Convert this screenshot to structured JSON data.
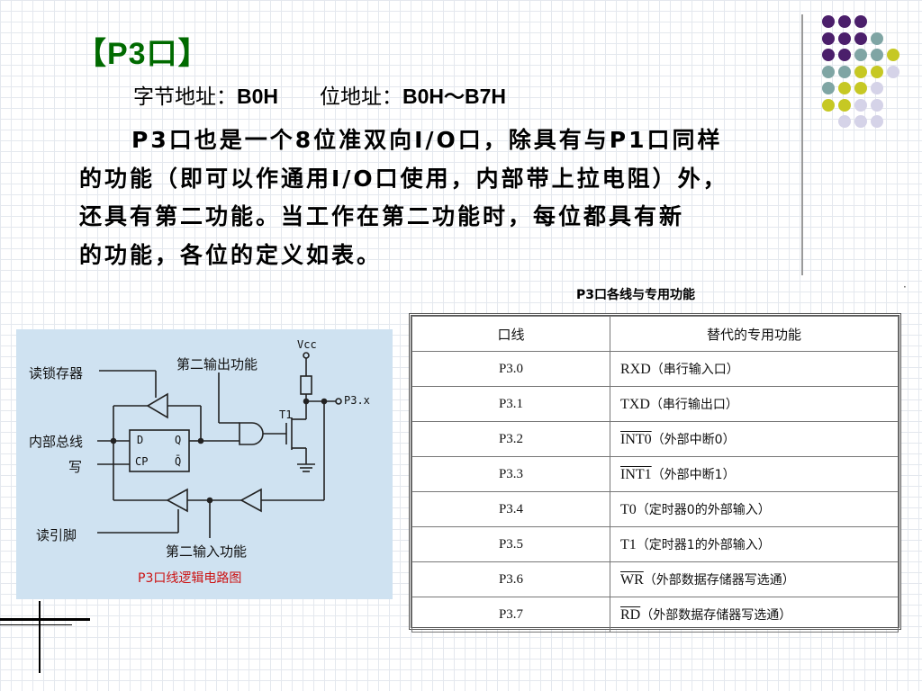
{
  "title": "【P3口】",
  "address": {
    "byte_label": "字节地址：",
    "byte_value": "B0H",
    "bit_label": "位地址：",
    "bit_value": "B0H～B7H"
  },
  "paragraph": {
    "lines": [
      "P3口也是一个8位准双向I/O口，除具有与P1口同样",
      "的功能（即可以作通用I/O口使用，内部带上拉电阻）外，",
      "还具有第二功能。当工作在第二功能时，每位都具有新",
      "的功能，各位的定义如表。"
    ]
  },
  "circuit": {
    "labels": {
      "latch_read": "读锁存器",
      "second_output": "第二输出功能",
      "vcc": "Vcc",
      "t1": "T1",
      "pin": "P3.x",
      "internal_bus": "内部总线",
      "write": "写",
      "read_pin": "读引脚",
      "second_input": "第二输入功能",
      "d": "D",
      "q": "Q",
      "cp": "CP",
      "q_bar": "Q̄"
    },
    "caption": "P3口线逻辑电路图"
  },
  "table": {
    "title": "P3口各线与专用功能",
    "headers": [
      "口线",
      "替代的专用功能"
    ],
    "rows": [
      {
        "port": "P3.0",
        "signal": "RXD",
        "overline": false,
        "desc": "（串行输入口）"
      },
      {
        "port": "P3.1",
        "signal": "TXD",
        "overline": false,
        "desc": "（串行输出口）"
      },
      {
        "port": "P3.2",
        "signal": "INT0",
        "overline": true,
        "desc": "（外部中断0）"
      },
      {
        "port": "P3.3",
        "signal": "INT1",
        "overline": true,
        "desc": "（外部中断1）"
      },
      {
        "port": "P3.4",
        "signal": "T0",
        "overline": false,
        "desc": "（定时器0的外部输入）"
      },
      {
        "port": "P3.5",
        "signal": "T1",
        "overline": false,
        "desc": "（定时器1的外部输入）"
      },
      {
        "port": "P3.6",
        "signal": "WR",
        "overline": true,
        "desc": "（外部数据存储器写选通）"
      },
      {
        "port": "P3.7",
        "signal": "RD",
        "overline": true,
        "desc": "（外部数据存储器写选通）"
      }
    ]
  },
  "colors": {
    "title": "#006a00",
    "caption": "#cc1111",
    "circuit_bg": "#cfe2f1",
    "dot_purple": "#4b1f6b",
    "dot_teal": "#7fa5a4",
    "dot_olive": "#c6c824",
    "dot_lavender": "#d5d3e8"
  },
  "ornament": {
    "dot_rows": [
      [
        "purple",
        "purple",
        "purple"
      ],
      [
        "purple",
        "purple",
        "purple",
        "teal"
      ],
      [
        "purple",
        "purple",
        "teal",
        "teal",
        "olive"
      ],
      [
        "teal",
        "teal",
        "olive",
        "olive",
        "lavender"
      ],
      [
        "teal",
        "olive",
        "olive",
        "lavender"
      ],
      [
        "olive",
        "olive",
        "lavender",
        "lavender"
      ],
      [
        "lavender",
        "lavender",
        "lavender"
      ]
    ]
  }
}
